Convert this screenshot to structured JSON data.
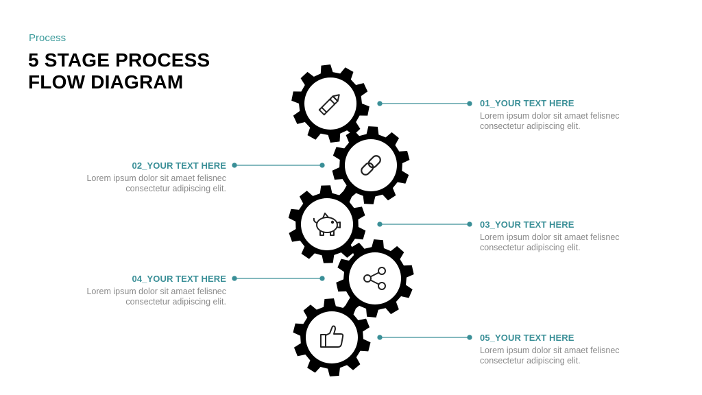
{
  "header": {
    "kicker": "Process",
    "title_line1": "5 STAGE PROCESS",
    "title_line2": "FLOW DIAGRAM"
  },
  "colors": {
    "accent": "#3a8f97",
    "gear": "#000000",
    "body_text": "#8a8a8a"
  },
  "steps": [
    {
      "label": "01_YOUR TEXT HERE",
      "line1": "Lorem ipsum dolor sit amaet felisnec",
      "line2": "consectetur  adipiscing elit.",
      "icon": "pencil-icon"
    },
    {
      "label": "02_YOUR TEXT HERE",
      "line1": "Lorem ipsum dolor sit amaet felisnec",
      "line2": "consectetur  adipiscing elit.",
      "icon": "link-icon"
    },
    {
      "label": "03_YOUR TEXT HERE",
      "line1": "Lorem ipsum dolor sit amaet felisnec",
      "line2": "consectetur  adipiscing elit.",
      "icon": "piggy-bank-icon"
    },
    {
      "label": "04_YOUR TEXT HERE",
      "line1": "Lorem ipsum dolor sit amaet felisnec",
      "line2": "consectetur  adipiscing elit.",
      "icon": "share-icon"
    },
    {
      "label": "05_YOUR TEXT HERE",
      "line1": "Lorem ipsum dolor sit amaet felisnec",
      "line2": "consectetur  adipiscing elit.",
      "icon": "thumbs-up-icon"
    }
  ]
}
